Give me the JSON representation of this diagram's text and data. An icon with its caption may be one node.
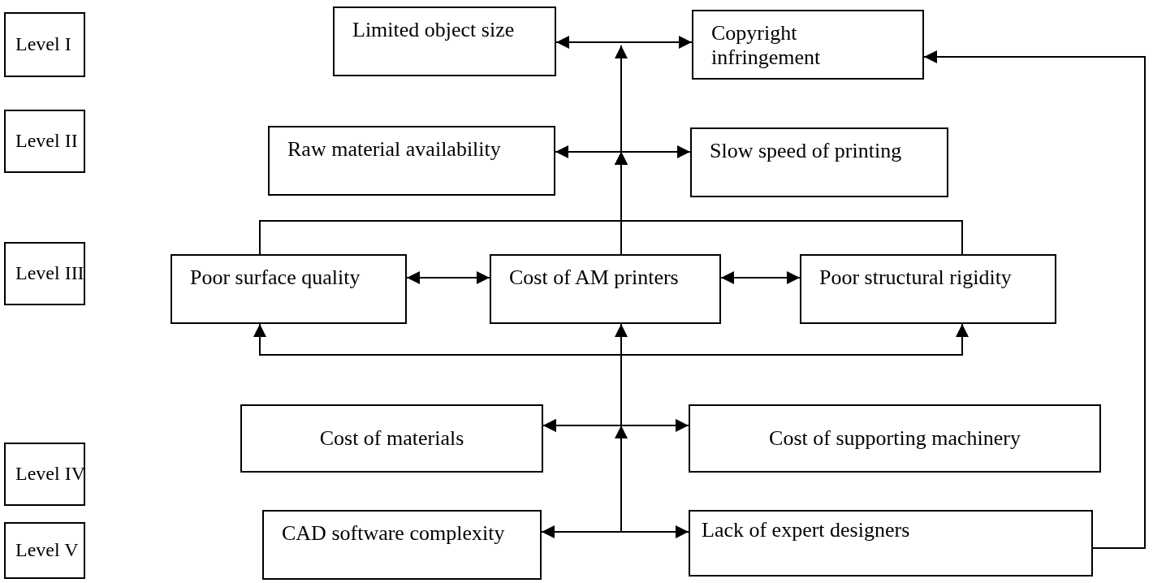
{
  "diagram": {
    "nodes": [
      {
        "text": [
          "Level I"
        ]
      },
      {
        "text": [
          "Level II"
        ]
      },
      {
        "text": [
          "Level III"
        ]
      },
      {
        "text": [
          "Level IV"
        ]
      },
      {
        "text": [
          "Level V"
        ]
      },
      {
        "text": [
          "Limited object size"
        ]
      },
      {
        "text": [
          "Copyright infringement"
        ]
      },
      {
        "text": [
          "Raw material availability"
        ]
      },
      {
        "text": [
          "Slow speed of printing"
        ]
      },
      {
        "text": [
          "Poor surface quality"
        ]
      },
      {
        "text": [
          "Cost of AM printers"
        ]
      },
      {
        "text": [
          "Poor structural rigidity"
        ]
      },
      {
        "text": [
          "Cost of materials"
        ]
      },
      {
        "text": [
          "Cost of supporting machinery"
        ]
      },
      {
        "text": [
          "CAD software complexity"
        ]
      },
      {
        "text": [
          "Lack of expert designers"
        ]
      }
    ],
    "edges": [
      {
        "from": 5,
        "to": 6,
        "arrow": "both"
      },
      {
        "from": 7,
        "to": 8,
        "arrow": "both"
      },
      {
        "from": 9,
        "to": 10,
        "arrow": "both"
      },
      {
        "from": 10,
        "to": 11,
        "arrow": "both"
      },
      {
        "from": 12,
        "to": 13,
        "arrow": "both"
      },
      {
        "from": 14,
        "to": 15,
        "arrow": "both"
      },
      {
        "from": 15,
        "to": 6,
        "arrow": "to"
      },
      {
        "from": 14,
        "to": 12,
        "arrow": "to"
      },
      {
        "from": 12,
        "to": 10,
        "arrow": "to"
      },
      {
        "from": 12,
        "to": 9,
        "arrow": "to"
      },
      {
        "from": 12,
        "to": 11,
        "arrow": "to"
      },
      {
        "from": 9,
        "to": 7,
        "arrow": "to"
      },
      {
        "from": 10,
        "to": 7,
        "arrow": "to"
      },
      {
        "from": 11,
        "to": 7,
        "arrow": "to"
      },
      {
        "from": 7,
        "to": 5,
        "arrow": "to"
      }
    ]
  }
}
